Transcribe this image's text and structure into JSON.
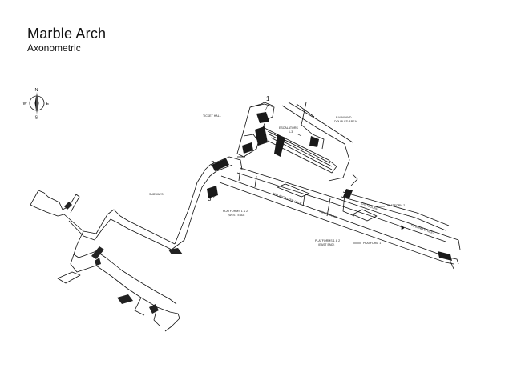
{
  "title": "Marble Arch",
  "subtitle": "Axonometric",
  "compass": {
    "n": "N",
    "s": "S",
    "e": "E",
    "w": "W"
  },
  "labels": {
    "ticket_hall": "TICKET HALL",
    "escalators": "ESCALATORS",
    "escalators_sub": "1-3",
    "p_way_1": "P WAY AND",
    "p_way_2": "DOUBLED AREA",
    "subways": "SUBWAYS",
    "to_lancaster_gate": "TO LANCASTER GATE",
    "platforms_west_1": "PLATFORMS 1 & 2",
    "platforms_west_2": "(WEST END)",
    "eastbound": "EASTBOUND",
    "westbound": "WESTBOUND",
    "platform_2": "PLATFORM 2",
    "to_bond_street": "TO BOND STREET",
    "platforms_east_1": "PLATFORMS 1 & 2",
    "platforms_east_2": "(EAST END)",
    "platform_1": "PLATFORM 1"
  },
  "markers": {
    "m1": "1",
    "m2": "2",
    "m3": "3"
  }
}
